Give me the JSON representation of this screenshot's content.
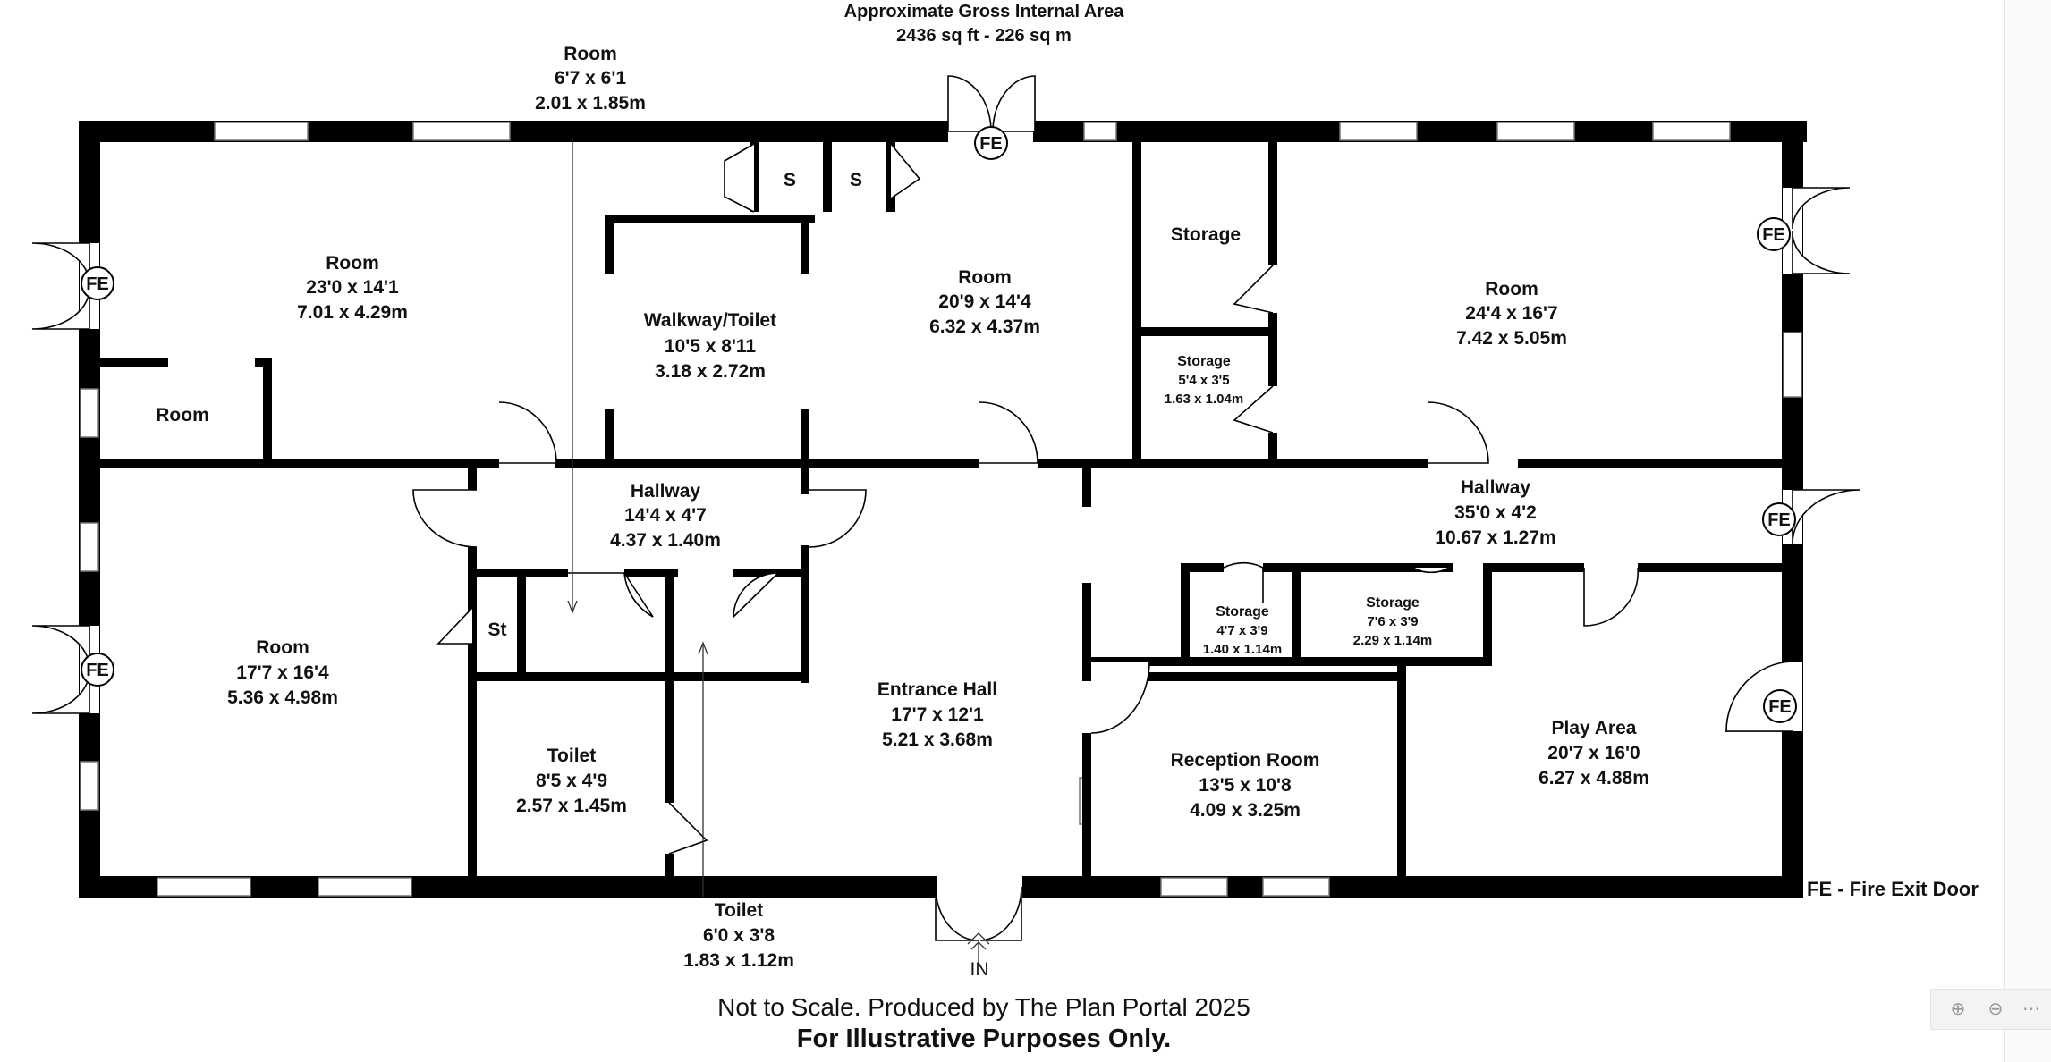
{
  "header": {
    "title": "Approximate Gross Internal Area",
    "area": "2436 sq ft - 226 sq m"
  },
  "rooms": {
    "room_top": {
      "name": "Room",
      "imperial": "6'7 x 6'1",
      "metric": "2.01 x 1.85m"
    },
    "room_nw": {
      "name": "Room",
      "imperial": "23'0 x 14'1",
      "metric": "7.01 x 4.29m"
    },
    "room_small": {
      "name": "Room"
    },
    "walkway": {
      "name": "Walkway/Toilet",
      "imperial": "10'5 x 8'11",
      "metric": "3.18 x 2.72m"
    },
    "room_center": {
      "name": "Room",
      "imperial": "20'9 x 14'4",
      "metric": "6.32 x 4.37m"
    },
    "storage_top": {
      "name": "Storage"
    },
    "storage_mid": {
      "name": "Storage",
      "imperial": "5'4 x 3'5",
      "metric": "1.63 x 1.04m"
    },
    "room_ne": {
      "name": "Room",
      "imperial": "24'4 x 16'7",
      "metric": "7.42 x 5.05m"
    },
    "hallway_w": {
      "name": "Hallway",
      "imperial": "14'4 x 4'7",
      "metric": "4.37 x 1.40m"
    },
    "hallway_e": {
      "name": "Hallway",
      "imperial": "35'0 x 4'2",
      "metric": "10.67 x 1.27m"
    },
    "room_sw": {
      "name": "Room",
      "imperial": "17'7 x 16'4",
      "metric": "5.36 x 4.98m"
    },
    "st": {
      "name": "St"
    },
    "s1": {
      "name": "S"
    },
    "s2": {
      "name": "S"
    },
    "storage_a": {
      "name": "Storage",
      "imperial": "4'7 x 3'9",
      "metric": "1.40 x 1.14m"
    },
    "storage_b": {
      "name": "Storage",
      "imperial": "7'6 x 3'9",
      "metric": "2.29 x 1.14m"
    },
    "entrance": {
      "name": "Entrance Hall",
      "imperial": "17'7 x 12'1",
      "metric": "5.21 x 3.68m"
    },
    "reception": {
      "name": "Reception Room",
      "imperial": "13'5 x 10'8",
      "metric": "4.09 x 3.25m"
    },
    "play": {
      "name": "Play Area",
      "imperial": "20'7 x 16'0",
      "metric": "6.27 x 4.88m"
    },
    "toilet_1": {
      "name": "Toilet",
      "imperial": "8'5 x 4'9",
      "metric": "2.57 x 1.45m"
    },
    "toilet_2": {
      "name": "Toilet",
      "imperial": "6'0 x 3'8",
      "metric": "1.83 x 1.12m"
    }
  },
  "markers": {
    "fire_exit": "FE",
    "entrance": "IN"
  },
  "legend": "FE - Fire Exit Door",
  "footer": {
    "line1": "Not to Scale. Produced by The Plan Portal 2025",
    "line2": "For Illustrative Purposes Only."
  },
  "toolbar": {
    "zoom_in_icon": "zoom-in-icon",
    "zoom_out_icon": "zoom-out-icon",
    "more_icon": "more-icon"
  }
}
